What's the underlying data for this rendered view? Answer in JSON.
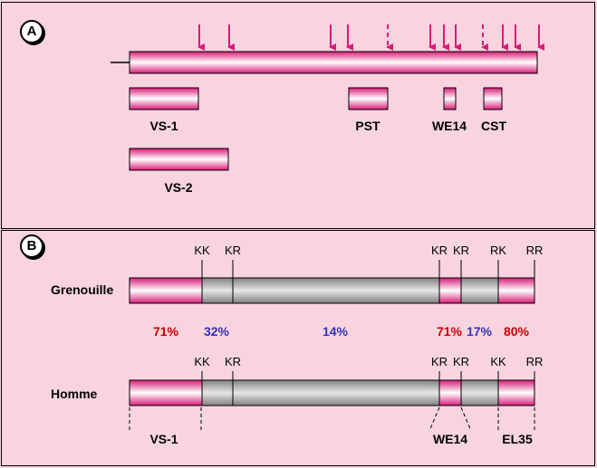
{
  "panel_a": {
    "badge": "A",
    "fragments": [
      "VS-1",
      "PST",
      "WE14",
      "CST",
      "VS-2"
    ]
  },
  "panel_b": {
    "badge": "B",
    "species": [
      "Grenouille",
      "Homme"
    ],
    "cleavage_pairs": [
      "KK",
      "KR",
      "KR",
      "KR",
      "RK",
      "RR"
    ],
    "homologies": [
      "71%",
      "32%",
      "14%",
      "71%",
      "17%",
      "80%"
    ],
    "peptides": [
      "VS-1",
      "WE14",
      "EL35"
    ]
  },
  "colors": {
    "pink_conserved": "#d81b78",
    "red_percent": "#cc0000",
    "blue_percent": "#3333bb",
    "background": "#f7d4df",
    "grey_segment": "#8a8a8a"
  }
}
